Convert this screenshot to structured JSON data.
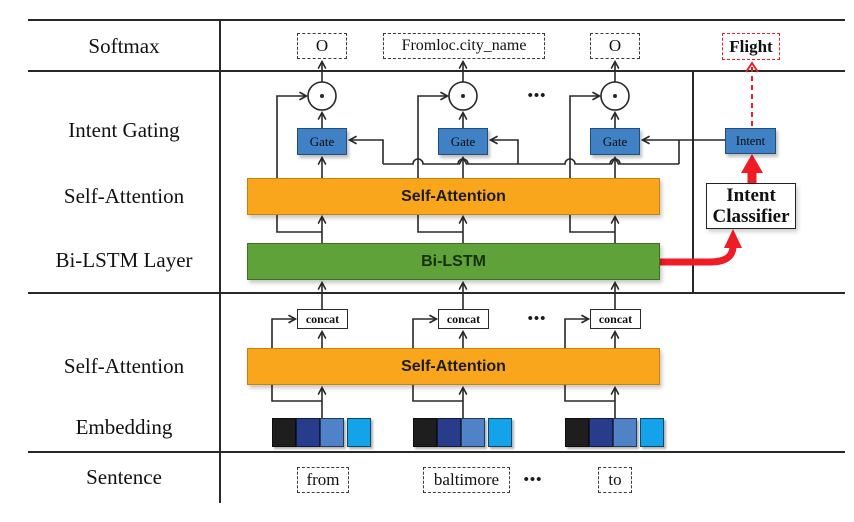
{
  "rows": {
    "softmax": "Softmax",
    "intent_gating": "Intent Gating",
    "self_attention_upper": "Self-Attention",
    "bilstm_layer": "Bi-LSTM Layer",
    "self_attention_lower": "Self-Attention",
    "embedding": "Embedding",
    "sentence": "Sentence"
  },
  "outputs": {
    "slot_1": "O",
    "slot_2": "Fromloc.city_name",
    "slot_3": "O",
    "intent": "Flight"
  },
  "gating": {
    "gate": "Gate",
    "intent": "Intent"
  },
  "blocks": {
    "self_attention": "Self-Attention",
    "bilstm": "Bi-LSTM",
    "concat": "concat",
    "intent_classifier_line1": "Intent",
    "intent_classifier_line2": "Classifier"
  },
  "tokens": {
    "t1": "from",
    "t2": "baltimore",
    "t3": "to"
  },
  "ellipsis": "•••",
  "icons": {
    "elementwise_product_node": "dot-in-circle",
    "arrows": "thin-open-v-arrowheads"
  },
  "colors": {
    "orange": "#FAA61C",
    "orange-border": "#C5830D",
    "green": "#5FA23A",
    "green-border": "#3F7022",
    "blue": "#4081C6",
    "blue-border": "#1F4E79",
    "red": "#EE1C25",
    "wire": "#282828",
    "emb-1": "#1E1E1E",
    "emb-2": "#283C8C",
    "emb-3": "#4F82C6",
    "emb-4": "#14A3EA"
  }
}
